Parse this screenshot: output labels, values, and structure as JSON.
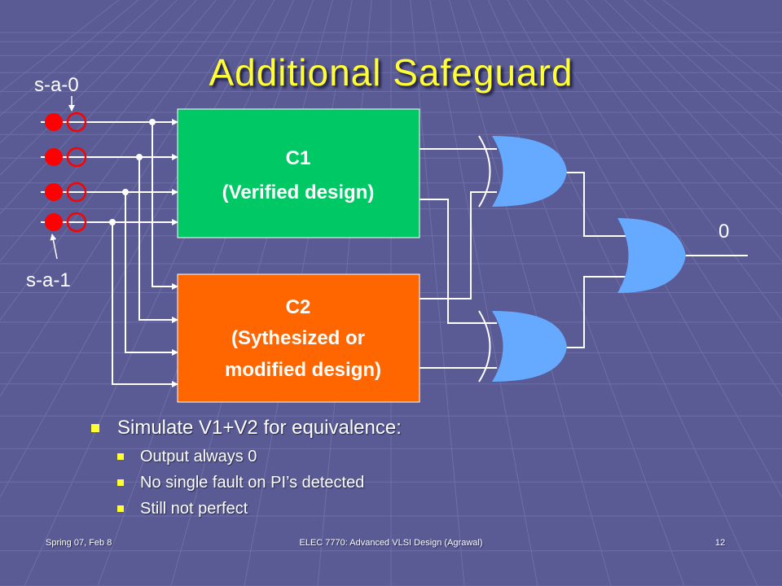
{
  "title": "Additional Safeguard",
  "labels": {
    "sa0": "s-a-0",
    "sa1": "s-a-1",
    "output_value": "0"
  },
  "c1": {
    "line1": "C1",
    "line2": "(Verified design)",
    "color": "#00c864"
  },
  "c2": {
    "line1": "C2",
    "line2": "(Sythesized or",
    "line3": "modified design)",
    "color": "#ff6600"
  },
  "gate_color": "#66aaff",
  "fault_color": "#ff0000",
  "bullets": {
    "main": "Simulate V1+V2 for equivalence:",
    "sub": [
      "Output always 0",
      "No single fault on PI’s detected",
      "Still not perfect"
    ]
  },
  "footer": {
    "left": "Spring 07, Feb 8",
    "center": "ELEC 7770: Advanced VLSI Design (Agrawal)",
    "right": "12"
  }
}
